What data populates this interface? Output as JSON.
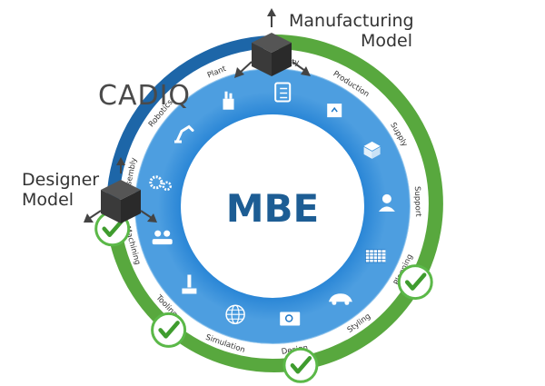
{
  "center_label": "MBE",
  "brand": "CADIQ",
  "manufacturing_model": [
    "Manufacturing",
    "Model"
  ],
  "designer_model": [
    "Designer",
    "Model"
  ],
  "segments": [
    {
      "label": "Assembly",
      "icon": "gears-icon"
    },
    {
      "label": "Robotics",
      "icon": "robot-arm-icon"
    },
    {
      "label": "Plant",
      "icon": "factory-icon"
    },
    {
      "label": "Quality",
      "icon": "clipboard-checklist-icon"
    },
    {
      "label": "Production",
      "icon": "box-icon"
    },
    {
      "label": "Supply",
      "icon": "box-tools-icon"
    },
    {
      "label": "Support",
      "icon": "support-person-icon"
    },
    {
      "label": "Planning",
      "icon": "table-grid-icon"
    },
    {
      "label": "Styling",
      "icon": "car-icon"
    },
    {
      "label": "Design",
      "icon": "monitor-icon"
    },
    {
      "label": "Simulation",
      "icon": "globe-mesh-icon"
    },
    {
      "label": "Tooling",
      "icon": "robot-tool-icon"
    },
    {
      "label": "Machining",
      "icon": "people-meeting-icon"
    }
  ],
  "colors": {
    "outer_green": "#58a83e",
    "outer_blue": "#1d66a8",
    "inner_blue": "#1e77c6",
    "inner_blue_light": "#5aa6e3",
    "center_text": "#1d5d94",
    "check_green": "#5bb848",
    "cube": "#333333"
  }
}
